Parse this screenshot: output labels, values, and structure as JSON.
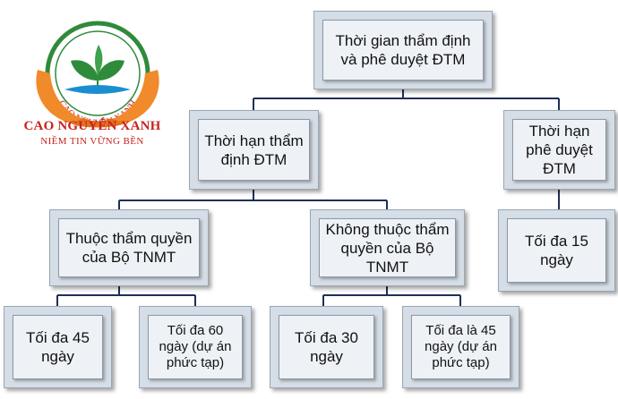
{
  "logo": {
    "name": "CAO NGUYÊN XANH",
    "tagline": "NIỀM TIN VỮNG BỀN",
    "ring_text": "CAO NGUYÊN XANH"
  },
  "colors": {
    "box_outer": "#d5dde6",
    "box_inner": "#eef2f6",
    "connector": "#1f2f5a",
    "brand_red": "#c8211e",
    "brand_green": "#2e8b3a",
    "hands_orange": "#f08a2a"
  },
  "diagram": {
    "root": "Thời gian thẩm định và phê duyệt ĐTM",
    "appraisal": "Thời hạn thẩm định ĐTM",
    "approval": "Thời hạn phê duyệt ĐTM",
    "approval_max": "Tối đa 15 ngày",
    "ministry": "Thuộc thẩm quyền của Bộ TNMT",
    "non_ministry": "Không thuộc thẩm quyền của Bộ TNMT",
    "ministry_normal": "Tối đa 45 ngày",
    "ministry_complex": "Tối đa 60 ngày (dự án phức tạp)",
    "non_ministry_normal": "Tối đa 30 ngày",
    "non_ministry_complex": "Tối đa là 45 ngày (dự án phức tạp)"
  }
}
